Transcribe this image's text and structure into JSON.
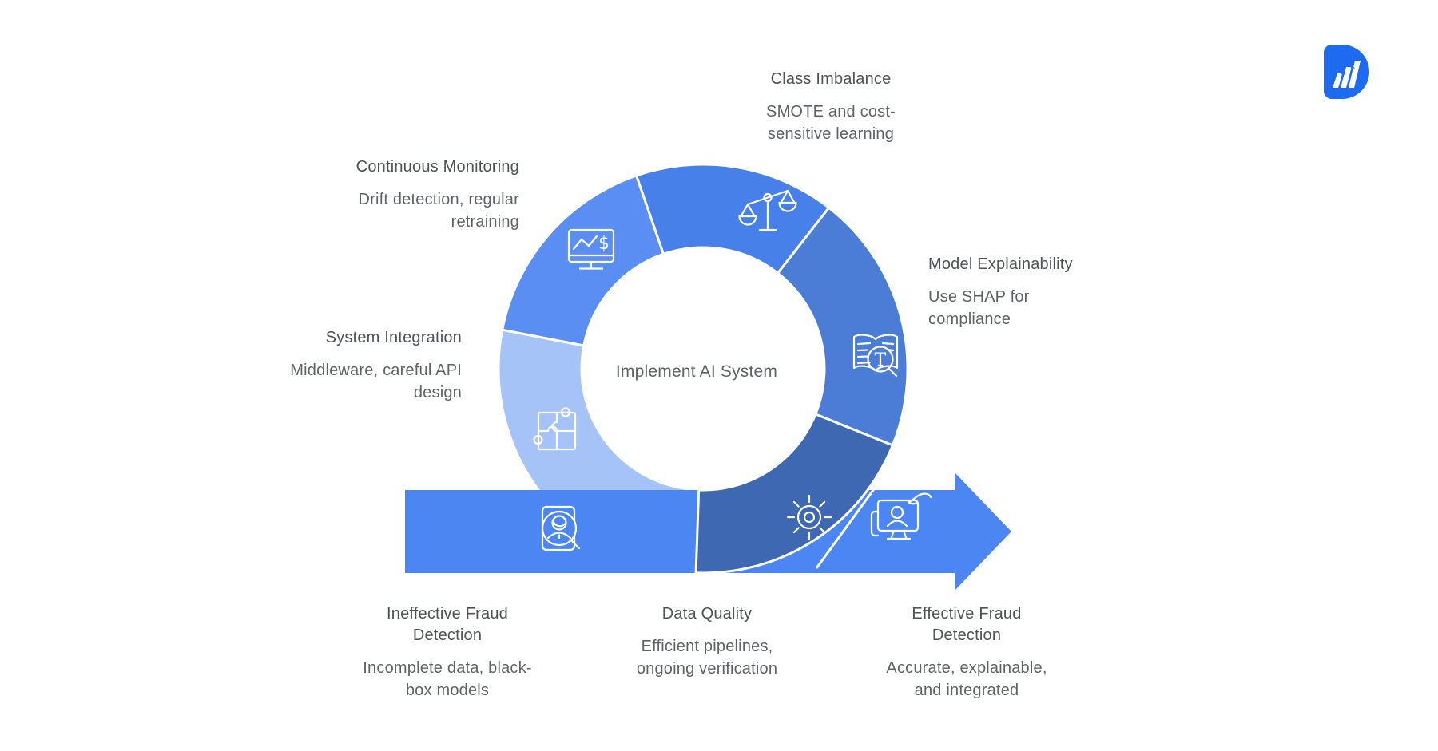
{
  "diagram": {
    "center_label": "Implement AI System",
    "type": "loop-process-diagram"
  },
  "colors": {
    "segment_continuous_monitoring": "#5b8ef2",
    "segment_class_imbalance": "#4880ea",
    "segment_model_explainability": "#4b7dd6",
    "segment_data_quality": "#3e68b2",
    "segment_system_integration": "#a6c3f8",
    "arrow_band": "#4c86f2",
    "logo_blue": "#1e6bf1"
  },
  "steps": [
    {
      "id": "continuous-monitoring",
      "title": "Continuous Monitoring",
      "description": "Drift detection, regular retraining",
      "icon": "monitor-chart-dollar-icon"
    },
    {
      "id": "class-imbalance",
      "title": "Class Imbalance",
      "description": "SMOTE and cost-sensitive learning",
      "icon": "balance-scale-icon"
    },
    {
      "id": "model-explainability",
      "title": "Model Explainability",
      "description": "Use SHAP for compliance",
      "icon": "book-magnifier-icon"
    },
    {
      "id": "data-quality",
      "title": "Data Quality",
      "description": "Efficient pipelines, ongoing verification",
      "icon": "sun-gear-icon"
    },
    {
      "id": "system-integration",
      "title": "System Integration",
      "description": "Middleware, careful API design",
      "icon": "puzzle-icon"
    },
    {
      "id": "ineffective-fraud-detection",
      "title": "Ineffective Fraud Detection",
      "description": "Incomplete data, black-box models",
      "icon": "id-magnifier-person-icon"
    },
    {
      "id": "effective-fraud-detection",
      "title": "Effective Fraud Detection",
      "description": "Accurate, explainable, and integrated",
      "icon": "monitor-person-hand-icon"
    }
  ],
  "brand": {
    "logo": "growth-bars-logo"
  }
}
